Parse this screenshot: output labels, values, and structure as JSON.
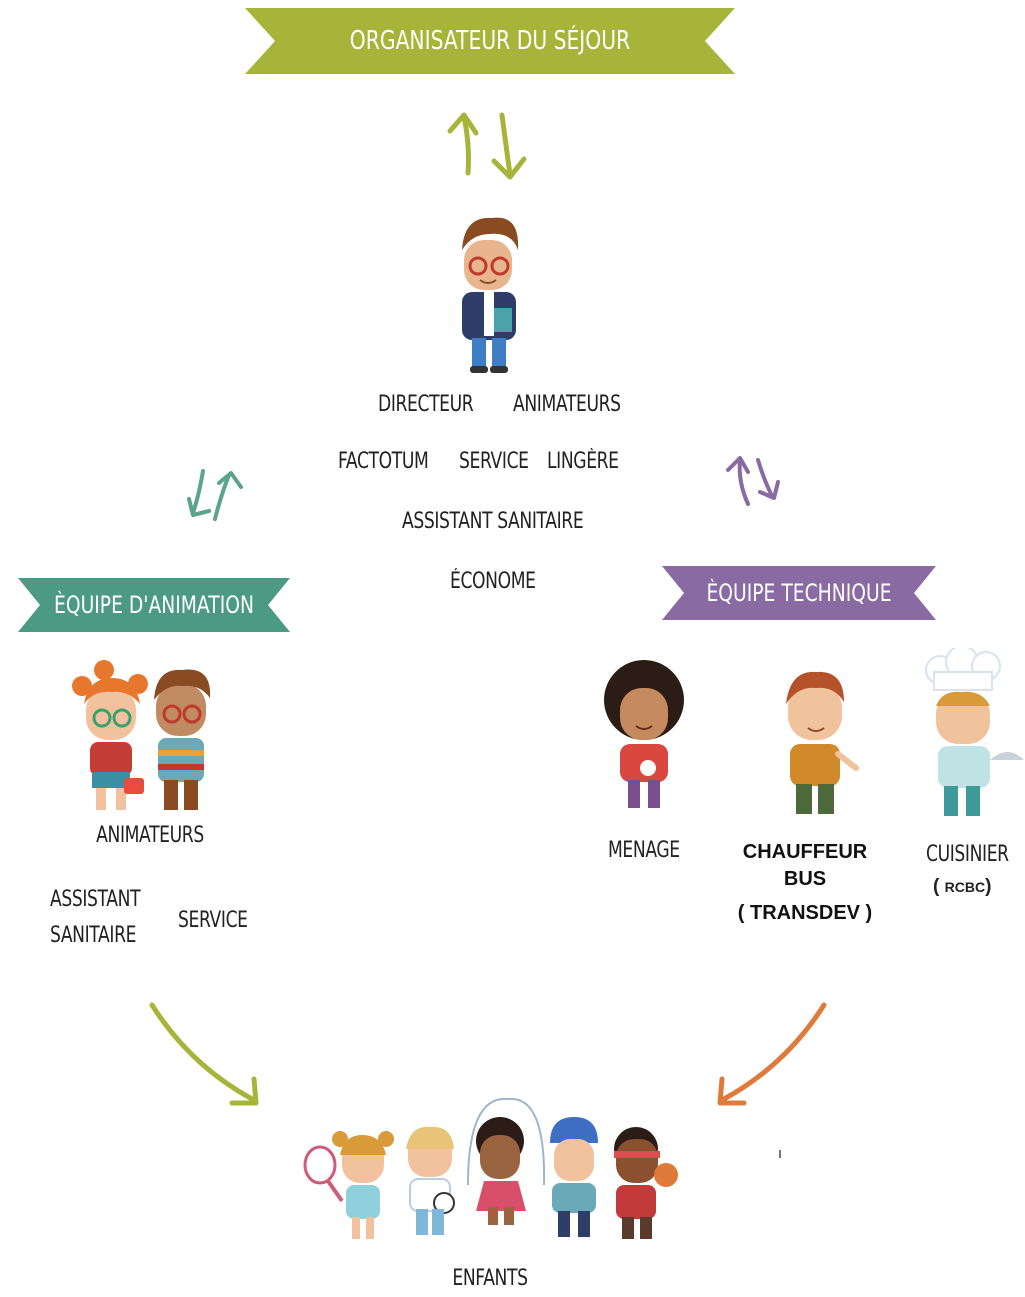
{
  "colors": {
    "organizer_banner": "#a6b53a",
    "animation_banner": "#4d9a82",
    "technical_banner": "#8a6aa3",
    "arrow_green": "#a6b53a",
    "arrow_teal": "#5aa58c",
    "arrow_purple": "#8a6aa3",
    "arrow_orange": "#e07a3a"
  },
  "organizer": {
    "title": "ORGANISATEUR DU SÉJOUR"
  },
  "direction": {
    "roles": {
      "directeur": "DIRECTEUR",
      "animateurs": "ANIMATEURS",
      "factotum": "FACTOTUM",
      "service": "SERVICE",
      "lingere": "LINGÈRE",
      "assistant_sanitaire": "ASSISTANT SANITAIRE",
      "econome": "ÉCONOME"
    }
  },
  "animation_team": {
    "title": "ÈQUIPE D'ANIMATION",
    "animateurs": "ANIMATEURS",
    "assistant_line1": "ASSISTANT",
    "assistant_line2": "SANITAIRE",
    "service": "SERVICE"
  },
  "technical_team": {
    "title": "ÈQUIPE TECHNIQUE",
    "menage": "MENAGE",
    "chauffeur_line1": "CHAUFFEUR",
    "chauffeur_line2": "BUS",
    "chauffeur_line3": "( TRANSDEV )",
    "cuisinier": "CUISINIER",
    "cuisinier_paren_open": "(",
    "cuisinier_company": "RCBC",
    "cuisinier_paren_close": ")"
  },
  "children": {
    "label": "ENFANTS"
  }
}
